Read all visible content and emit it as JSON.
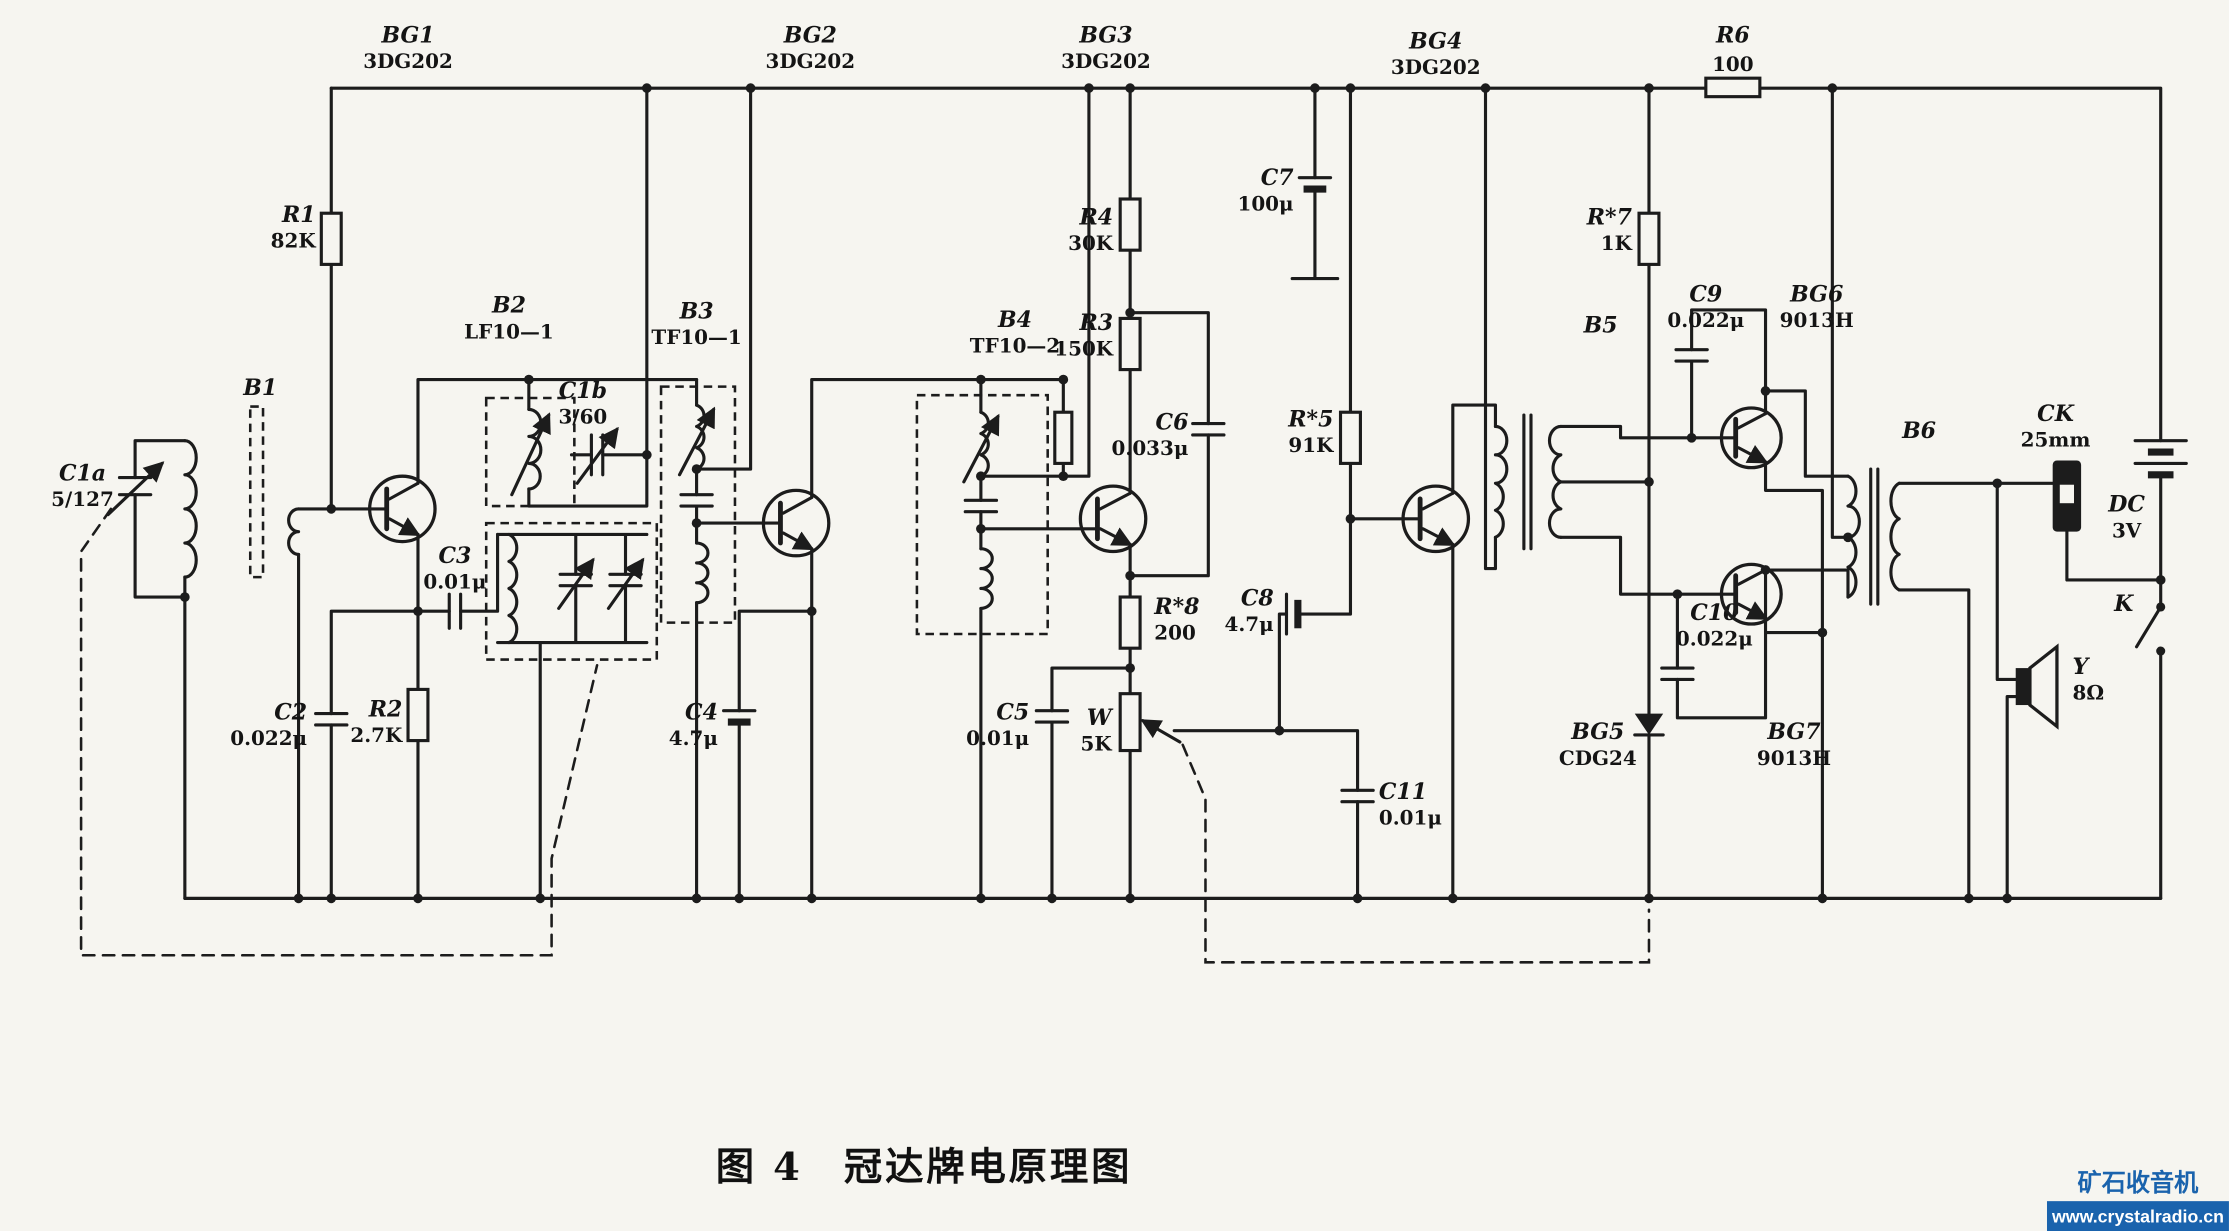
{
  "page": {
    "background": "#f6f5f0",
    "ink": "#1c1c1c"
  },
  "figure": {
    "caption": "图 4　冠达牌电原理图"
  },
  "watermark": {
    "line1": "矿石收音机",
    "line2": "www.crystalradio.cn",
    "color": "#1a63ad"
  },
  "components": {
    "c1a": {
      "name": "C1a",
      "value": "5/127"
    },
    "b1": {
      "name": "B1"
    },
    "r1": {
      "name": "R1",
      "value": "82K"
    },
    "bg1": {
      "name": "BG1",
      "value": "3DG202"
    },
    "b2": {
      "name": "B2",
      "value": "LF10—1"
    },
    "c1b": {
      "name": "C1b",
      "value": "3/60"
    },
    "b3": {
      "name": "B3",
      "value": "TF10—1"
    },
    "c3": {
      "name": "C3",
      "value": "0.01μ"
    },
    "c2": {
      "name": "C2",
      "value": "0.022μ"
    },
    "r2": {
      "name": "R2",
      "value": "2.7K"
    },
    "bg2": {
      "name": "BG2",
      "value": "3DG202"
    },
    "c4": {
      "name": "C4",
      "value": "4.7μ"
    },
    "b4": {
      "name": "B4",
      "value": "TF10—2"
    },
    "bg3": {
      "name": "BG3",
      "value": "3DG202"
    },
    "r4": {
      "name": "R4",
      "value": "30K"
    },
    "r3": {
      "name": "R3",
      "value": "150K"
    },
    "c6": {
      "name": "C6",
      "value": "0.033μ"
    },
    "c7": {
      "name": "C7",
      "value": "100μ"
    },
    "r8": {
      "name": "R*8",
      "value": "200"
    },
    "c5": {
      "name": "C5",
      "value": "0.01μ"
    },
    "w": {
      "name": "W",
      "value": "5K"
    },
    "r5": {
      "name": "R*5",
      "value": "91K"
    },
    "c8": {
      "name": "C8",
      "value": "4.7μ"
    },
    "c11": {
      "name": "C11",
      "value": "0.01μ"
    },
    "bg4": {
      "name": "BG4",
      "value": "3DG202"
    },
    "r6": {
      "name": "R6",
      "value": "100"
    },
    "r7": {
      "name": "R*7",
      "value": "1K"
    },
    "b5": {
      "name": "B5"
    },
    "c9": {
      "name": "C9",
      "value": "0.022μ"
    },
    "bg6": {
      "name": "BG6",
      "value": "9013H"
    },
    "c10": {
      "name": "C10",
      "value": "0.022μ"
    },
    "bg5": {
      "name": "BG5",
      "value": "CDG24"
    },
    "bg7": {
      "name": "BG7",
      "value": "9013H"
    },
    "b6": {
      "name": "B6"
    },
    "ck": {
      "name": "CK",
      "value": "25mm"
    },
    "dc": {
      "name": "DC",
      "value": "3V"
    },
    "k": {
      "name": "K"
    },
    "y": {
      "name": "Y",
      "value": "8Ω"
    }
  }
}
